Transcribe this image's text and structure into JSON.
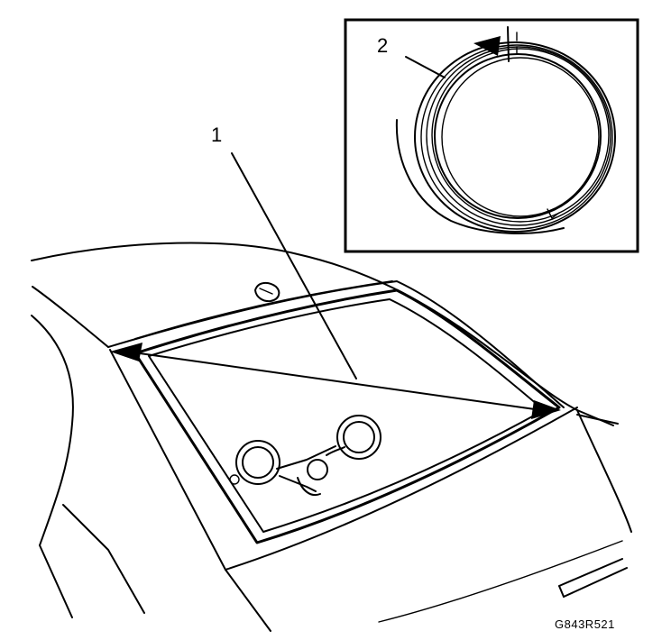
{
  "callouts": {
    "item1": "1",
    "item2": "2"
  },
  "figure_code": "G843R521"
}
